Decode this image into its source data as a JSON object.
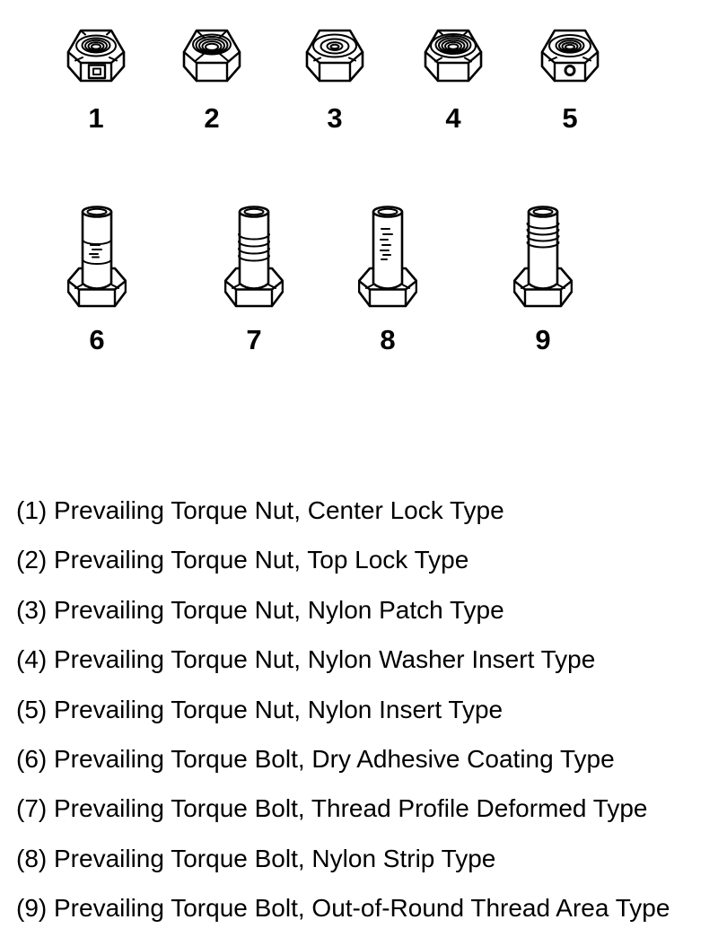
{
  "diagram": {
    "nuts": [
      {
        "label": "1",
        "type": "center-lock-nut"
      },
      {
        "label": "2",
        "type": "top-lock-nut"
      },
      {
        "label": "3",
        "type": "nylon-patch-nut"
      },
      {
        "label": "4",
        "type": "nylon-washer-insert-nut"
      },
      {
        "label": "5",
        "type": "nylon-insert-nut"
      }
    ],
    "bolts": [
      {
        "label": "6",
        "type": "dry-adhesive-coating-bolt"
      },
      {
        "label": "7",
        "type": "thread-profile-deformed-bolt"
      },
      {
        "label": "8",
        "type": "nylon-strip-bolt"
      },
      {
        "label": "9",
        "type": "out-of-round-thread-area-bolt"
      }
    ]
  },
  "legend": {
    "items": [
      "(1) Prevailing Torque Nut, Center Lock Type",
      "(2) Prevailing Torque Nut, Top Lock Type",
      "(3) Prevailing Torque Nut, Nylon Patch Type",
      "(4) Prevailing Torque Nut, Nylon Washer Insert Type",
      "(5) Prevailing Torque Nut, Nylon Insert Type",
      "(6) Prevailing Torque Bolt, Dry Adhesive Coating Type",
      "(7) Prevailing Torque Bolt, Thread Profile Deformed Type",
      "(8) Prevailing Torque Bolt, Nylon Strip Type",
      "(9) Prevailing Torque Bolt, Out-of-Round Thread Area Type"
    ]
  },
  "colors": {
    "ink": "#000000",
    "paper": "#ffffff"
  }
}
